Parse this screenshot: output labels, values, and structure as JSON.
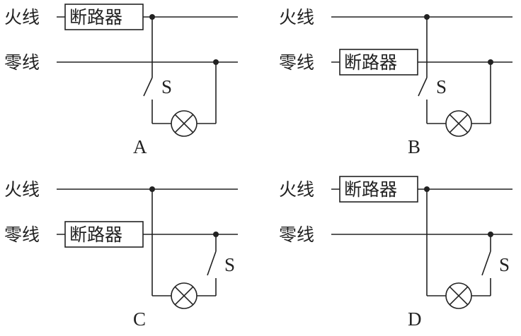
{
  "labels": {
    "live_wire": "火线",
    "neutral_wire": "零线",
    "breaker": "断路器",
    "switch": "S"
  },
  "panels": [
    {
      "id": "A",
      "label": "A",
      "breaker_on": "live",
      "switch_on": "live"
    },
    {
      "id": "B",
      "label": "B",
      "breaker_on": "neutral",
      "switch_on": "live"
    },
    {
      "id": "C",
      "label": "C",
      "breaker_on": "neutral",
      "switch_on": "neutral"
    },
    {
      "id": "D",
      "label": "D",
      "breaker_on": "live",
      "switch_on": "neutral"
    }
  ]
}
